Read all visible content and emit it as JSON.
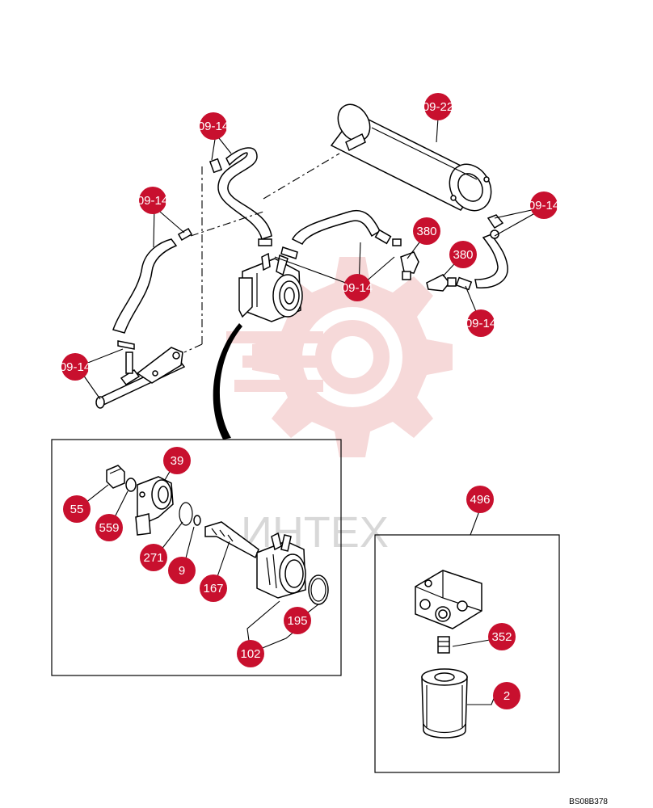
{
  "watermark": {
    "text": "ИНТЕХ"
  },
  "drawing_code": "BS08B378",
  "callouts": {
    "c_09_22": "09-22",
    "c_09_14_a": "09-14",
    "c_09_14_b": "09-14",
    "c_09_14_c": "09-14",
    "c_09_14_d": "09-14",
    "c_09_14_e": "09-14",
    "c_09_14_f": "09-14",
    "c_380_a": "380",
    "c_380_b": "380",
    "c_39": "39",
    "c_55": "55",
    "c_559": "559",
    "c_271": "271",
    "c_9": "9",
    "c_167": "167",
    "c_195": "195",
    "c_102": "102",
    "c_496": "496",
    "c_352": "352",
    "c_2": "2"
  },
  "colors": {
    "callout": "#c8102e",
    "watermark": "#e8c4c4"
  }
}
